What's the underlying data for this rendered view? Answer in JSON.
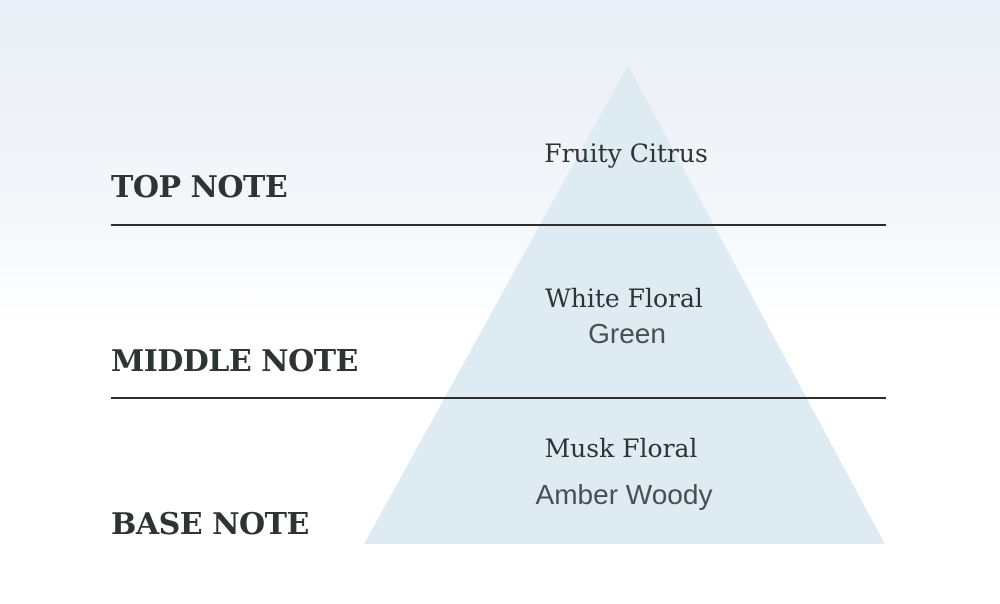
{
  "tiers": [
    {
      "label": "TOP NOTE",
      "notes": [
        "Fruity Citrus"
      ]
    },
    {
      "label": "MIDDLE NOTE",
      "notes": [
        "White Floral",
        "Green"
      ]
    },
    {
      "label": "BASE NOTE",
      "notes": [
        "Musk Floral",
        "Amber Woody"
      ]
    }
  ],
  "colors": {
    "pyramid_fill": "#dfebf2",
    "rule": "#2d2f2e",
    "label_text": "#2e3432",
    "note_text": "#2f3433",
    "background_top": "#e9eef6",
    "background_bottom": "#ffffff"
  }
}
